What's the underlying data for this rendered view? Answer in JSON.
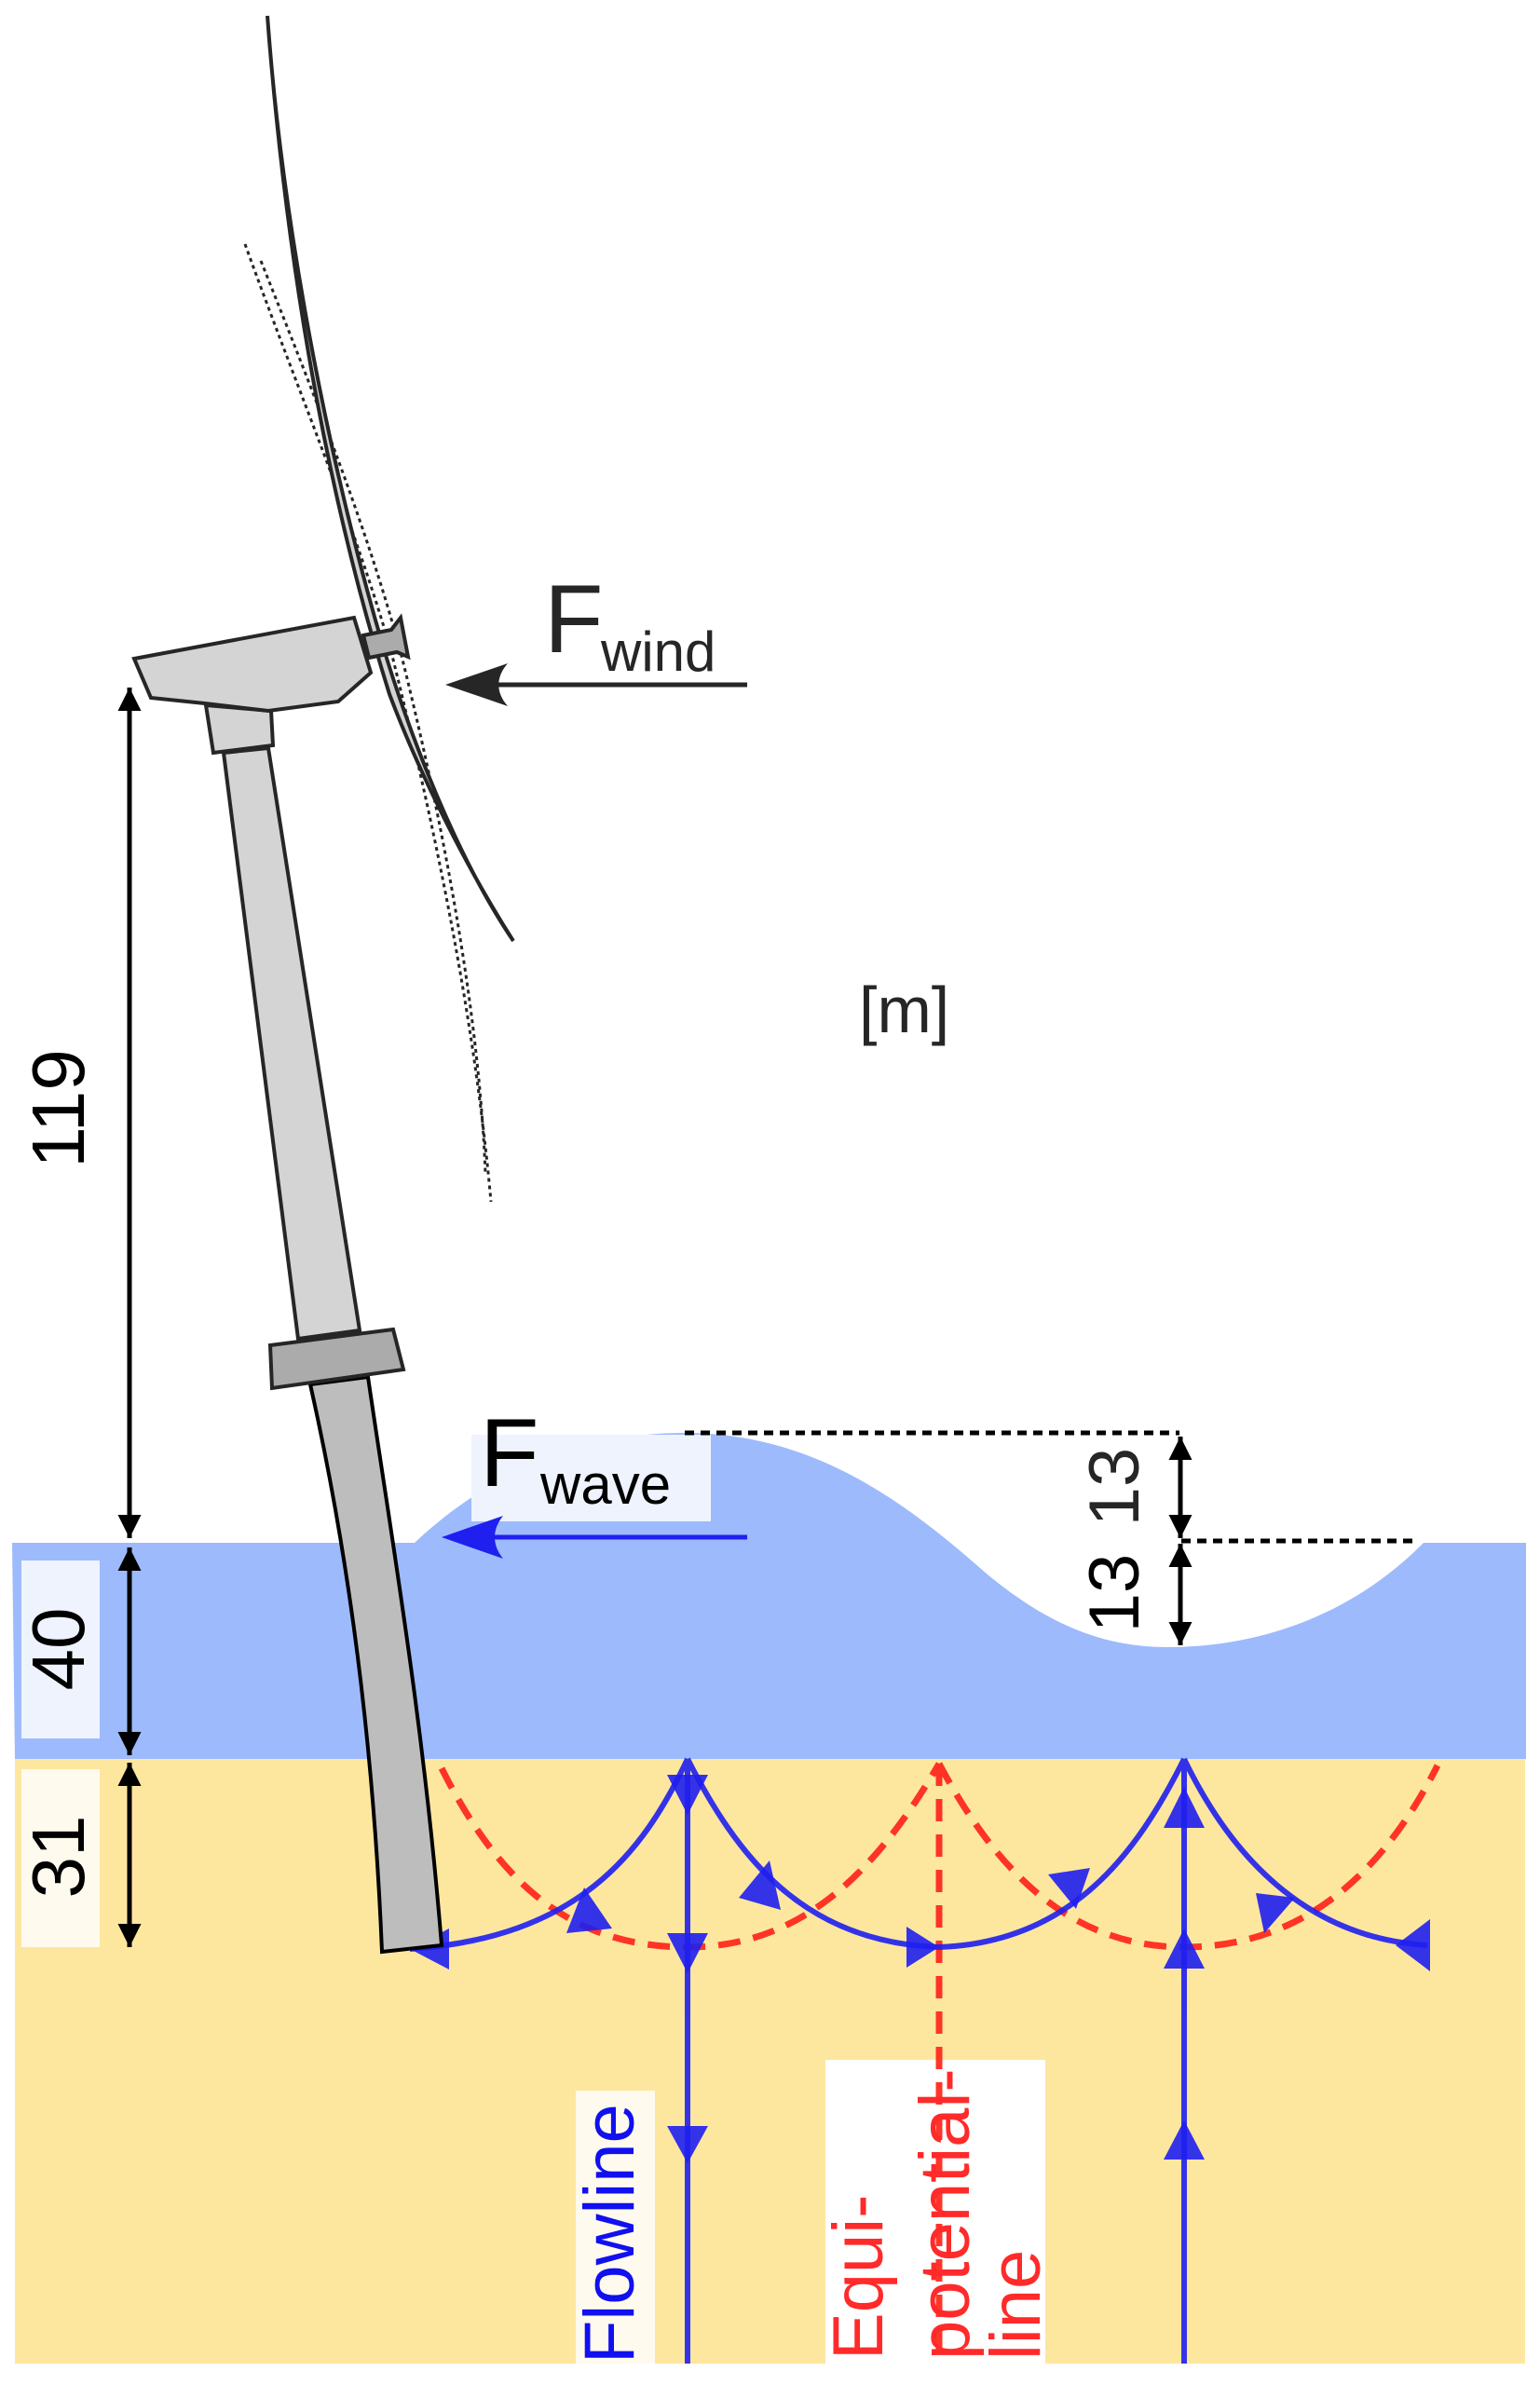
{
  "figure": {
    "unit_label": "[m]",
    "colors": {
      "water": "#9dbafc",
      "sand": "#fde79f",
      "flowline": "#1f1fef",
      "equipotential": "#ff2a1f",
      "structure_light": "#d4d4d4",
      "structure_dark": "#bdbdbd",
      "flange": "#ababab",
      "outline": "#262626",
      "label_box_water": "#eef3fe",
      "label_box_sand": "#fffaee"
    },
    "forces": {
      "wind": {
        "symbol": "F",
        "subscript": "wind"
      },
      "wave": {
        "symbol": "F",
        "subscript": "wave"
      }
    },
    "dimensions": {
      "hub_height": "119",
      "water_depth": "40",
      "embedment_depth": "31",
      "wave_crest": "13",
      "wave_trough": "13"
    },
    "legend": {
      "flowline": "Flowline",
      "equipotential_line1": "Equi-",
      "equipotential_line2": "potential-",
      "equipotential_line3": "line"
    }
  }
}
